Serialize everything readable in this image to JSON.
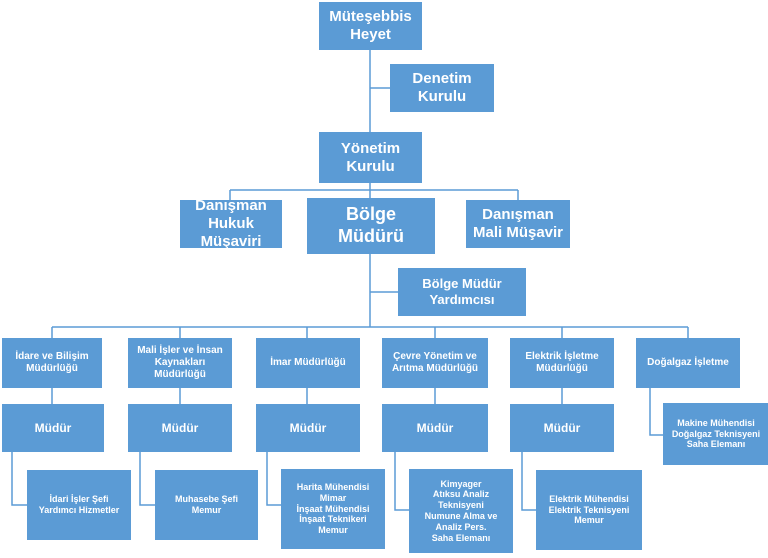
{
  "top": {
    "mutesebbis": "Müteşebbis\nHeyet",
    "denetim": "Denetim\nKurulu",
    "yonetim": "Yönetim\nKurulu",
    "hukuk": "Danışman\nHukuk\nMüşaviri",
    "bolge_muduru": "Bölge\nMüdürü",
    "mali_musavir": "Danışman\nMali Müşavir",
    "bolge_yardimcisi": "Bölge Müdür\nYardımcısı"
  },
  "departments": [
    {
      "name": "İdare ve Bilişim\nMüdürlüğü",
      "manager": "Müdür",
      "staff": "İdari İşler Şefi\nYardımcı Hizmetler"
    },
    {
      "name": "Mali İşler ve İnsan\nKaynakları\nMüdürlüğü",
      "manager": "Müdür",
      "staff": "Muhasebe Şefi\nMemur"
    },
    {
      "name": "İmar Müdürlüğü",
      "manager": "Müdür",
      "staff": "Harita Mühendisi\nMimar\nİnşaat Mühendisi\nİnşaat Teknikeri\nMemur"
    },
    {
      "name": "Çevre Yönetim ve\nArıtma Müdürlüğü",
      "manager": "Müdür",
      "staff": "Kimyager\nAtıksu Analiz\nTeknisyeni\nNumune Alma ve\nAnaliz Pers.\nSaha Elemanı"
    },
    {
      "name": "Elektrik İşletme\nMüdürlüğü",
      "manager": "Müdür",
      "staff": "Elektrik Mühendisi\nElektrik Teknisyeni\nMemur"
    },
    {
      "name": "Doğalgaz İşletme",
      "staff": "Makine Mühendisi\nDoğalgaz Teknisyeni\nSaha Elemanı"
    }
  ]
}
